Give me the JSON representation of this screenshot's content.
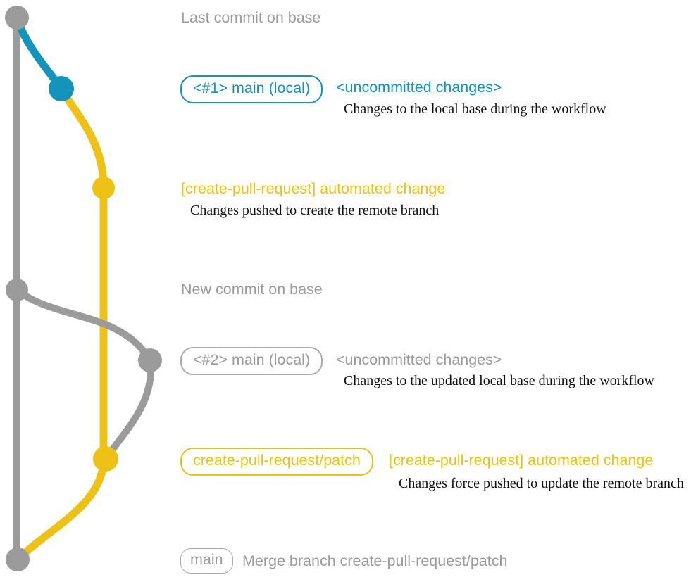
{
  "colors": {
    "gray": "#9B9B9B",
    "blue": "#1494BB",
    "yellow": "#EEC117",
    "black": "#111111"
  },
  "sections": {
    "last_commit": {
      "heading": "Last commit on base"
    },
    "step1": {
      "badge": "<#1> main (local)",
      "note": "<uncommitted changes>",
      "desc": "Changes to the local base during the workflow"
    },
    "step2": {
      "label": "[create-pull-request] automated change",
      "desc": "Changes pushed to create the remote branch"
    },
    "new_commit": {
      "heading": "New commit on base"
    },
    "step3": {
      "badge": "<#2> main (local)",
      "note": "<uncommitted changes>",
      "desc": "Changes to the updated local base during the workflow"
    },
    "step4": {
      "badge": "create-pull-request/patch",
      "label": "[create-pull-request] automated change",
      "desc": "Changes force pushed to update the remote branch"
    },
    "merge": {
      "badge": "main",
      "label": "Merge branch create-pull-request/patch"
    }
  }
}
